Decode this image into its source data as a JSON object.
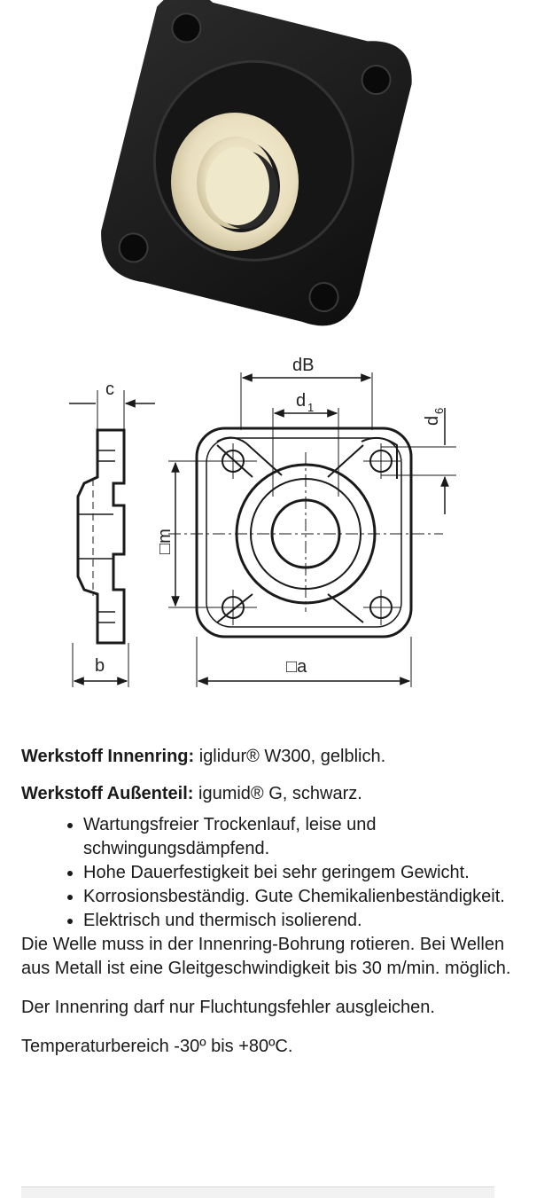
{
  "drawing_labels": {
    "dB": "dB",
    "d1": "d",
    "d1_sub": "1",
    "d6": "d",
    "d6_sub": "6",
    "c": "c",
    "b": "b",
    "m": "□m",
    "a": "□a"
  },
  "material_inner": {
    "label": "Werkstoff Innenring:",
    "value": " iglidur® W300, gelblich."
  },
  "material_outer": {
    "label": "Werkstoff Außenteil:",
    "value": " igumid® G, schwarz."
  },
  "features": [
    "Wartungsfreier Trockenlauf, leise und schwingungsdämpfend.",
    "Hohe Dauerfestigkeit bei sehr geringem Gewicht.",
    "Korrosionsbeständig. Gute Chemikalienbeständigkeit.",
    "Elektrisch und thermisch isolierend."
  ],
  "paragraphs": {
    "shaft": "Die Welle muss in der Innenring-Bohrung rotieren. Bei Wellen aus Metall ist eine Gleitgeschwindigkeit bis 30 m/min. möglich.",
    "alignment": "Der Innenring darf nur Fluchtungsfehler ausgleichen.",
    "temperature": "Temperaturbereich -30º bis +80ºC."
  },
  "colors": {
    "housing": "#1b1b1b",
    "bearing_ring": "#efe6c8",
    "line": "#1a1a1a"
  }
}
